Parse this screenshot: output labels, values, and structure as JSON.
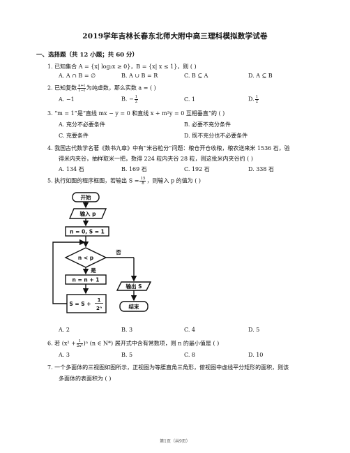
{
  "title": "2019学年吉林长春东北师大附中高三理科模拟数学试卷",
  "section": "一、选择题（共 12 小题；共 60 分）",
  "q1": {
    "text": "1. 已知集合 A = {x| log₂x ≥ 0}，B = {x| x ≤ 1}，则 (    )",
    "a": "A. A ∩ B = ∅",
    "b": "B. A ∪ B = R",
    "c": "C. B ⊆ A",
    "d": "D. A ⊆ B"
  },
  "q2": {
    "pre": "2. 已知复数",
    "frac_num": "a+i",
    "frac_den": "1−i",
    "post": "为纯虚数，那么实数 a =  (    )",
    "a": "A. −1",
    "b_pre": "B. −",
    "b_num": "1",
    "b_den": "2",
    "c": "C. 1",
    "d_pre": "D.",
    "d_num": "1",
    "d_den": "2"
  },
  "q3": {
    "text": "3. “m = 1”是“直线 mx − y = 0 和直线 x + m²y = 0 互相垂直”的 (    )",
    "a": "A. 充分不必要条件",
    "b": "B. 必要不充分条件",
    "c": "C. 充要条件",
    "d": "D. 既不充分也不必要条件"
  },
  "q4": {
    "line1": "4. 我国古代数学名著《数书九章》中有“米谷粒分”问题：粮仓开仓收粮，粮农送来米 1536 石，验",
    "line2": "得米内夹谷，抽样取米一把，数得 224 粒内夹谷 28 粒，则这批米内夹谷约 (    )",
    "a": "A. 134 石",
    "b": "B. 169 石",
    "c": "C. 192 石",
    "d": "D. 338 石"
  },
  "q5": {
    "pre": "5. 执行如图的程序框图，若输出 S =",
    "frac_num": "15",
    "frac_den": "8",
    "post": "，则输入 p 的值为 (    )",
    "a": "A. 2",
    "b": "B. 3",
    "c": "C. 4",
    "d": "D. 5"
  },
  "flow": {
    "start": "开始",
    "input": "输入 p",
    "init": "n = 0, S = 1",
    "cond": "n < p",
    "no": "否",
    "yes": "是",
    "inc": "n = n + 1",
    "update_pre": "S = S +",
    "update_num": "1",
    "update_den": "2ⁿ",
    "output": "输出 S",
    "end": "结束"
  },
  "q6": {
    "pre": "6. 若 (x² +",
    "frac_num": "1",
    "frac_den": "2x³",
    "post": ")ⁿ (n ∈ N*) 展开式中含有常数项，则 n 的最小值是 (    )",
    "a": "A. 3",
    "b": "B. 5",
    "c": "C. 8",
    "d": "D. 10"
  },
  "q7": {
    "line1": "7. 一个多面体的三视图如图所示，正视图为等腰直角三角形，俯视图中虚线平分矩形的面积，则该",
    "line2": "多面体的表面积为 (    )"
  },
  "footer": "第1页（共9页）"
}
